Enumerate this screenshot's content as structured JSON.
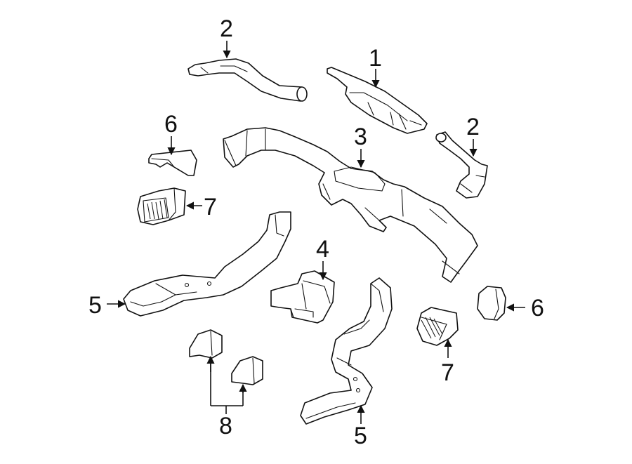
{
  "diagram": {
    "callouts": [
      {
        "id": "c1",
        "label": "1"
      },
      {
        "id": "c2a",
        "label": "2"
      },
      {
        "id": "c2b",
        "label": "2"
      },
      {
        "id": "c3",
        "label": "3"
      },
      {
        "id": "c4",
        "label": "4"
      },
      {
        "id": "c5a",
        "label": "5"
      },
      {
        "id": "c5b",
        "label": "5"
      },
      {
        "id": "c6a",
        "label": "6"
      },
      {
        "id": "c6b",
        "label": "6"
      },
      {
        "id": "c7a",
        "label": "7"
      },
      {
        "id": "c7b",
        "label": "7"
      },
      {
        "id": "c8",
        "label": "8"
      }
    ]
  }
}
